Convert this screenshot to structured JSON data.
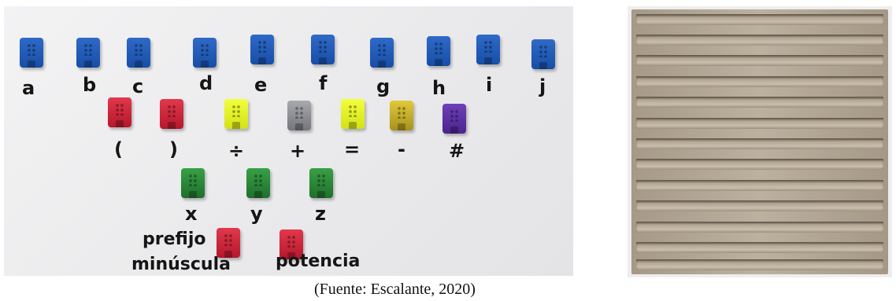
{
  "letters_row": [
    "a",
    "b",
    "c",
    "d",
    "e",
    "f",
    "g",
    "h",
    "i",
    "j"
  ],
  "symbols_row": [
    "(",
    ")",
    "÷",
    "+",
    "=",
    "-",
    "#"
  ],
  "variables_row": [
    "x",
    "y",
    "z"
  ],
  "labels": {
    "prefijo": "prefijo",
    "minuscula": "minúscula",
    "potencia": "potencia"
  },
  "caption": "(Fuente: Escalante, 2020)",
  "colors": {
    "letters": "#1f5bbd",
    "parentheses": "#d0243a",
    "divide": "#e8f52a",
    "plus": "#8e9094",
    "equals": "#e8f52a",
    "minus": "#c9b12e",
    "hash": "#5b2fa3",
    "variables": "#2a8a3a",
    "prefix_power": "#d0243a",
    "board": "#b3a795"
  }
}
